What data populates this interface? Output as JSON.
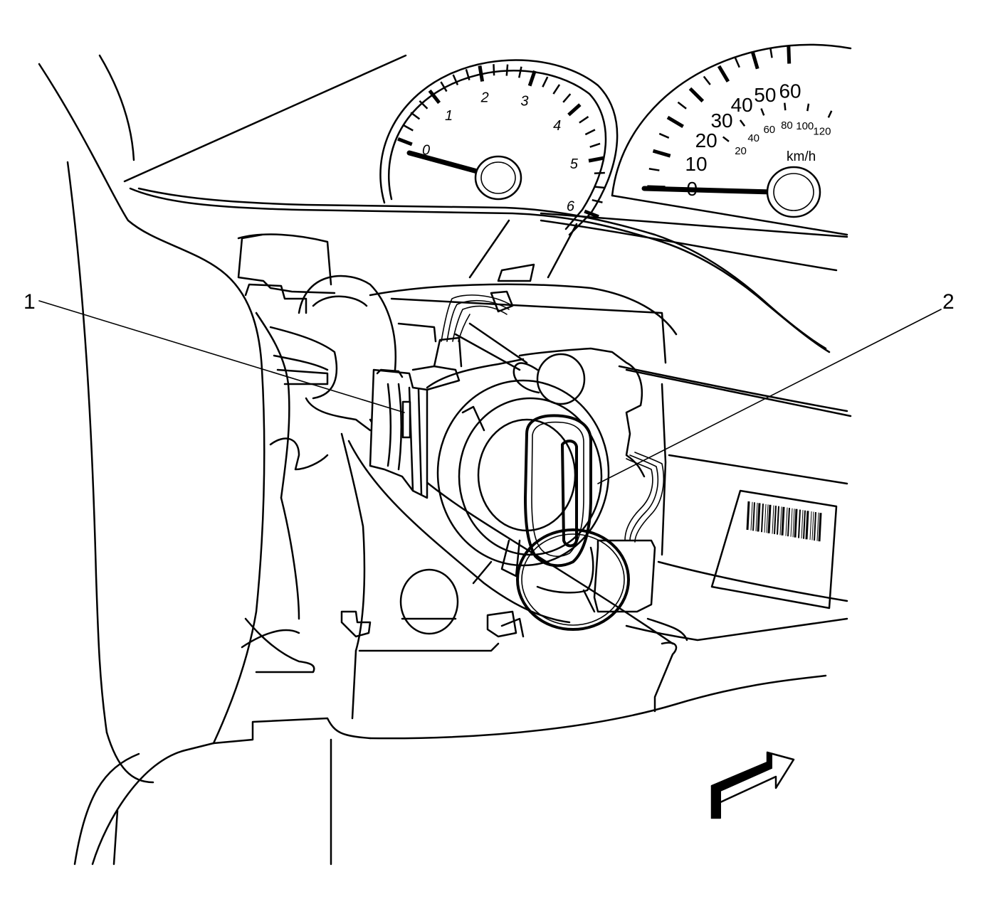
{
  "callouts": [
    {
      "label": "1"
    },
    {
      "label": "2"
    }
  ],
  "tachometer": {
    "numbers": [
      "0",
      "1",
      "2",
      "3",
      "4",
      "5",
      "6"
    ]
  },
  "speedometer": {
    "mph_numbers": [
      "0",
      "10",
      "20",
      "30",
      "40",
      "50",
      "60"
    ],
    "kmh_numbers": [
      "20",
      "40",
      "60",
      "80",
      "100",
      "120"
    ],
    "unit": "km/h"
  }
}
